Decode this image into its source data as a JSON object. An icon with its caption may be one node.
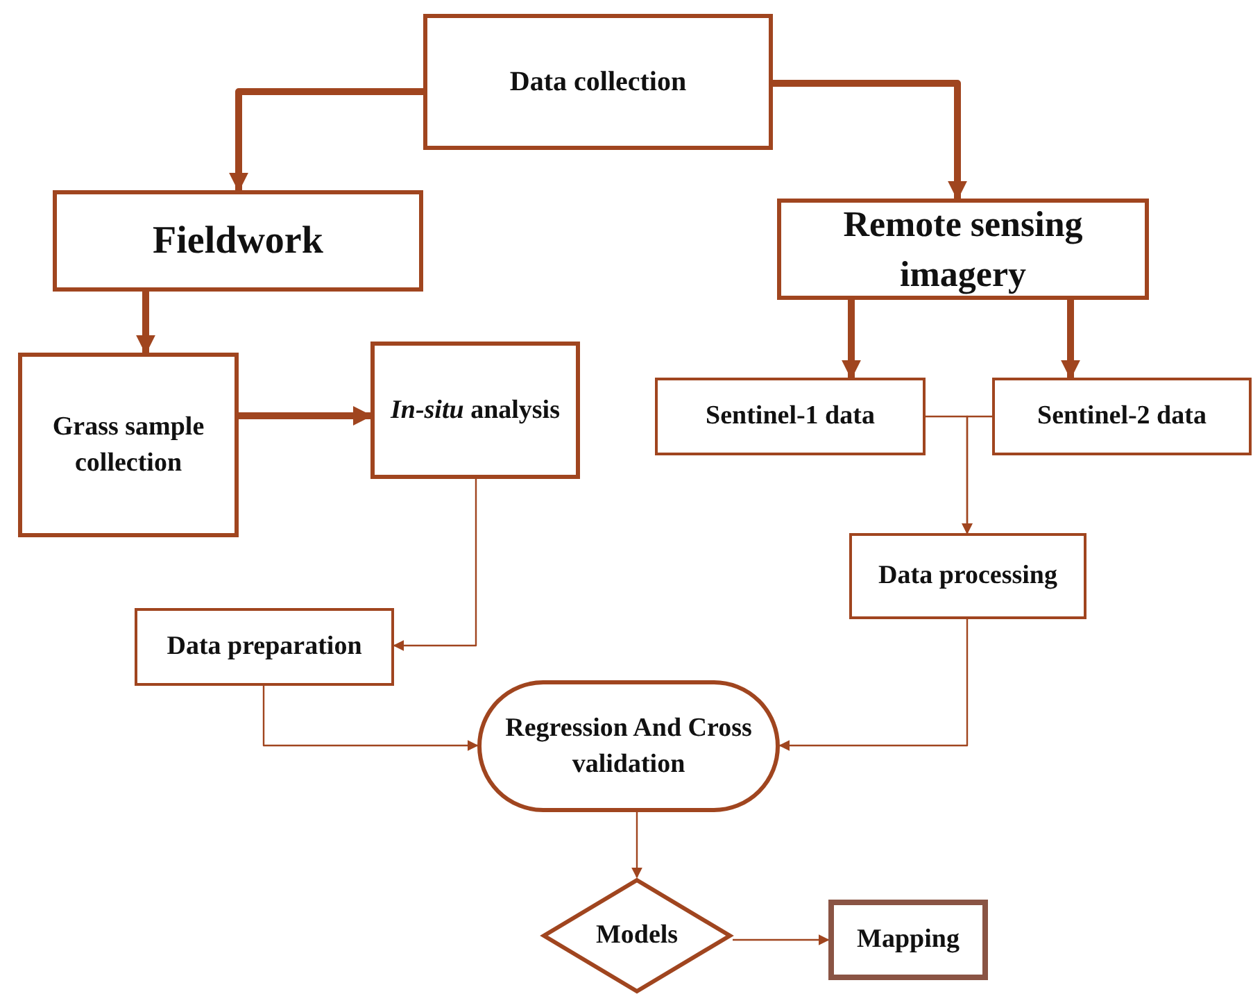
{
  "diagram": {
    "nodes": [
      {
        "text": [
          "Data collection"
        ]
      },
      {
        "text": [
          "Fieldwork"
        ]
      },
      {
        "text": [
          "Remote sensing imagery"
        ]
      },
      {
        "text": [
          "Grass sample collection"
        ]
      },
      {
        "text": [
          "*In-situ* analysis"
        ]
      },
      {
        "text": [
          "Sentinel-1 data"
        ]
      },
      {
        "text": [
          "Sentinel-2 data"
        ]
      },
      {
        "text": [
          "Data processing"
        ]
      },
      {
        "text": [
          "Data preparation"
        ]
      },
      {
        "text": [
          "Regression And Cross validation"
        ]
      },
      {
        "text": [
          "Models"
        ]
      },
      {
        "text": [
          "Mapping"
        ]
      }
    ],
    "edges": [
      {
        "from": 0,
        "to": 1,
        "arrow": "to",
        "style": "thick"
      },
      {
        "from": 0,
        "to": 2,
        "arrow": "to",
        "style": "thick"
      },
      {
        "from": 1,
        "to": 3,
        "arrow": "to",
        "style": "thick"
      },
      {
        "from": 3,
        "to": 4,
        "arrow": "to",
        "style": "thick"
      },
      {
        "from": 2,
        "to": 5,
        "arrow": "to",
        "style": "thick"
      },
      {
        "from": 2,
        "to": 6,
        "arrow": "to",
        "style": "thick"
      },
      {
        "from": 5,
        "to": 7,
        "arrow": "to"
      },
      {
        "from": 6,
        "to": 7,
        "arrow": "to"
      },
      {
        "from": 4,
        "to": 8,
        "arrow": "to"
      },
      {
        "from": 8,
        "to": 9,
        "arrow": "to"
      },
      {
        "from": 7,
        "to": 9,
        "arrow": "to"
      },
      {
        "from": 9,
        "to": 10,
        "arrow": "to"
      },
      {
        "from": 10,
        "to": 11,
        "arrow": "to"
      }
    ]
  }
}
